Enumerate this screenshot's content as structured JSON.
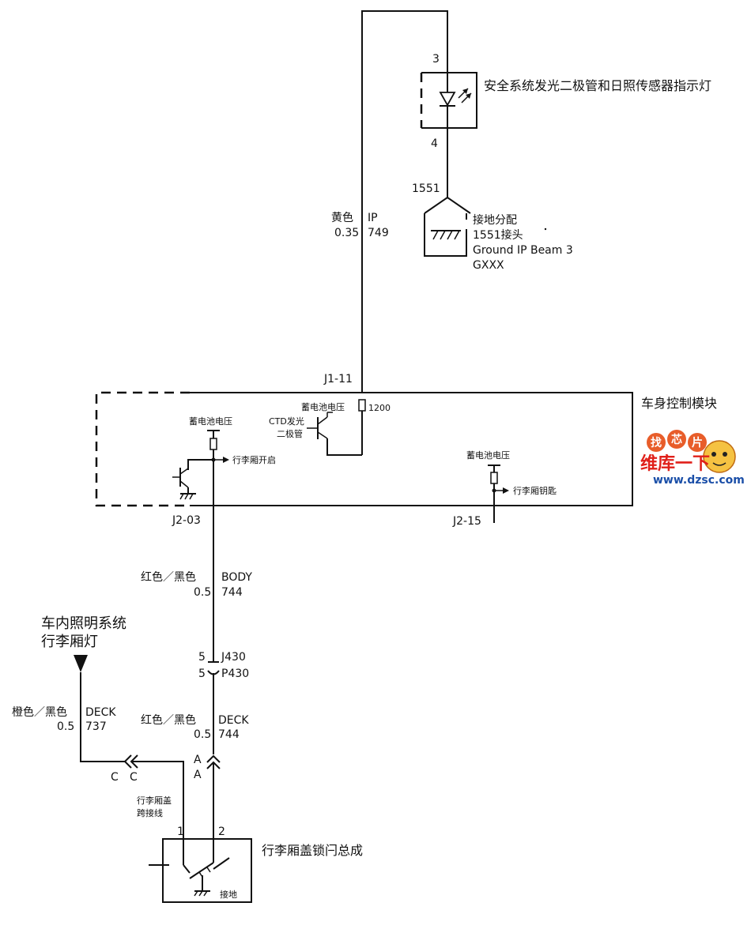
{
  "components": {
    "led": {
      "name": "安全系统发光二极管和日照传感器指示灯",
      "pin_top": "3",
      "pin_bottom": "4"
    },
    "ground": {
      "splice_id": "1551",
      "line1": "接地分配",
      "line2": "1551接头",
      "line3": "Ground IP Beam 3",
      "line4": "GXXX"
    },
    "bcm": {
      "name": "车身控制模块",
      "connector_top": "J1-11",
      "connector_left": "J2-03",
      "connector_right": "J2-15",
      "batt_voltage_1": "蓄电池电压",
      "batt_voltage_2": "蓄电池电压",
      "batt_voltage_3": "蓄电池电压",
      "ctd_line1": "CTD发光",
      "ctd_line2": "二极管",
      "resistor_value": "1200",
      "trunk_open": "行李厢开启",
      "trunk_key": "行李厢钥匙"
    },
    "interior": {
      "line1": "车内照明系统",
      "line2": "行李厢灯"
    },
    "connector": {
      "j_pin": "5",
      "j_name": "J430",
      "p_pin": "5",
      "p_name": "P430",
      "a_top": "A",
      "a_bottom": "A",
      "c_left": "C",
      "c_right": "C"
    },
    "jumper": {
      "line1": "行李厢盖",
      "line2": "跨接线"
    },
    "latch": {
      "name": "行李厢盖锁闩总成",
      "pin1": "1",
      "pin2": "2",
      "ground": "接地"
    }
  },
  "wires": {
    "yellow": {
      "color": "黄色",
      "gauge": "0.35",
      "circuit_name": "IP",
      "circuit_num": "749"
    },
    "red_body": {
      "color": "红色／黑色",
      "gauge": "0.5",
      "circuit_name": "BODY",
      "circuit_num": "744"
    },
    "red_deck": {
      "color": "红色／黑色",
      "gauge": "0.5",
      "circuit_name": "DECK",
      "circuit_num": "744"
    },
    "orange_deck": {
      "color": "橙色／黑色",
      "gauge": "0.5",
      "circuit_name": "DECK",
      "circuit_num": "737"
    }
  },
  "watermark": {
    "tag1": "找",
    "tag2": "芯",
    "tag3": "片",
    "brand": "维库一下",
    "url": "www.dzsc.com"
  }
}
